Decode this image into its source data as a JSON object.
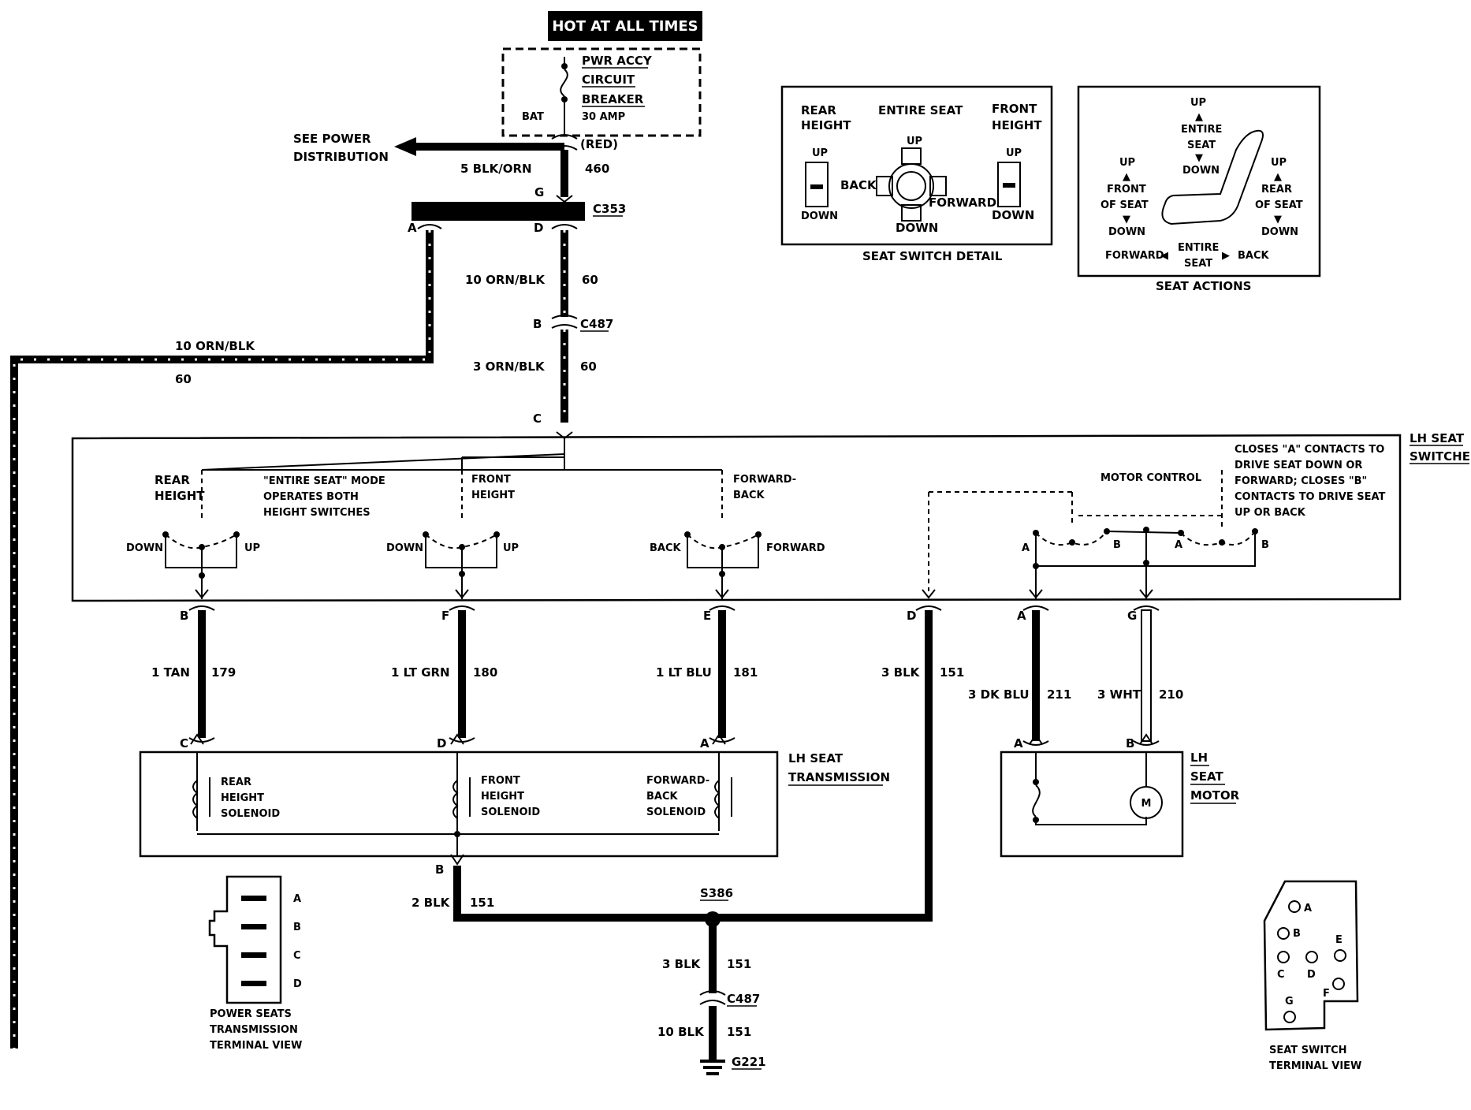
{
  "header": {
    "hot": "HOT AT ALL TIMES"
  },
  "breaker": {
    "line1": "PWR ACCY",
    "line2": "CIRCUIT",
    "line3": "BREAKER",
    "amp": "30 AMP",
    "bat": "BAT",
    "red": "(RED)"
  },
  "power": {
    "see1": "SEE POWER",
    "see2": "DISTRIBUTION",
    "wire": "5 BLK/ORN",
    "circuit": "460",
    "pin_g": "G"
  },
  "c353": {
    "name": "C353",
    "pin_a": "A",
    "pin_d": "D"
  },
  "left_run": {
    "wire": "10 ORN/BLK",
    "circuit": "60"
  },
  "center_run": {
    "wire1": "10 ORN/BLK",
    "circuit1": "60",
    "wire2": "3 ORN/BLK",
    "circuit2": "60"
  },
  "c487_top": {
    "name": "C487",
    "pin_b": "B",
    "pin_c": "C"
  },
  "switch_detail": {
    "rear1": "REAR",
    "rear2": "HEIGHT",
    "entire": "ENTIRE SEAT",
    "front1": "FRONT",
    "front2": "HEIGHT",
    "up": "UP",
    "down": "DOWN",
    "back": "BACK",
    "forward": "FORWARD",
    "caption": "SEAT SWITCH DETAIL"
  },
  "seat_actions": {
    "up": "UP",
    "entire": "ENTIRE",
    "seat": "SEAT",
    "down": "DOWN",
    "front1": "FRONT",
    "front2": "OF SEAT",
    "rear1": "REAR",
    "rear2": "OF SEAT",
    "forward": "FORWARD",
    "back": "BACK",
    "caption": "SEAT ACTIONS"
  },
  "switches": {
    "title1": "LH SEAT",
    "title2": "SWITCHES",
    "rear1": "REAR",
    "rear2": "HEIGHT",
    "mode1": "\"ENTIRE SEAT\" MODE",
    "mode2": "OPERATES BOTH",
    "mode3": "HEIGHT SWITCHES",
    "front1": "FRONT",
    "front2": "HEIGHT",
    "fb1": "FORWARD-",
    "fb2": "BACK",
    "motor": "MOTOR CONTROL",
    "note1": "CLOSES \"A\" CONTACTS TO",
    "note2": "DRIVE SEAT DOWN OR",
    "note3": "FORWARD; CLOSES \"B\"",
    "note4": "CONTACTS TO DRIVE SEAT",
    "note5": "UP OR BACK",
    "down": "DOWN",
    "up": "UP",
    "back": "BACK",
    "forward": "FORWARD",
    "a": "A",
    "b": "B"
  },
  "wires": [
    {
      "pin": "B",
      "wire": "1 TAN",
      "circuit": "179",
      "dest": "C"
    },
    {
      "pin": "F",
      "wire": "1 LT GRN",
      "circuit": "180",
      "dest": "D"
    },
    {
      "pin": "E",
      "wire": "1 LT BLU",
      "circuit": "181",
      "dest": "A"
    },
    {
      "pin": "D",
      "wire": "3 BLK",
      "circuit": "151"
    },
    {
      "pin": "A",
      "wire": "3 DK BLU",
      "circuit": "211",
      "dest": "A"
    },
    {
      "pin": "G",
      "wire": "3 WHT",
      "circuit": "210",
      "dest": "B"
    }
  ],
  "transmission": {
    "title1": "LH SEAT",
    "title2": "TRANSMISSION",
    "rear1": "REAR",
    "rear2": "HEIGHT",
    "rear3": "SOLENOID",
    "front1": "FRONT",
    "front2": "HEIGHT",
    "front3": "SOLENOID",
    "fb1": "FORWARD-",
    "fb2": "BACK",
    "fb3": "SOLENOID",
    "pin_b": "B"
  },
  "motor": {
    "title1": "LH",
    "title2": "SEAT",
    "title3": "MOTOR",
    "m": "M"
  },
  "ground": {
    "wire1": "2 BLK",
    "circuit1": "151",
    "splice": "S386",
    "wire2": "3 BLK",
    "circuit2": "151",
    "conn": "C487",
    "wire3": "10 BLK",
    "circuit3": "151",
    "gnd": "G221"
  },
  "trans_view": {
    "pins": [
      "A",
      "B",
      "C",
      "D"
    ],
    "cap1": "POWER SEATS",
    "cap2": "TRANSMISSION",
    "cap3": "TERMINAL VIEW"
  },
  "switch_view": {
    "pins": [
      "A",
      "B",
      "E",
      "C",
      "D",
      "F",
      "G"
    ],
    "cap1": "SEAT SWITCH",
    "cap2": "TERMINAL VIEW"
  }
}
